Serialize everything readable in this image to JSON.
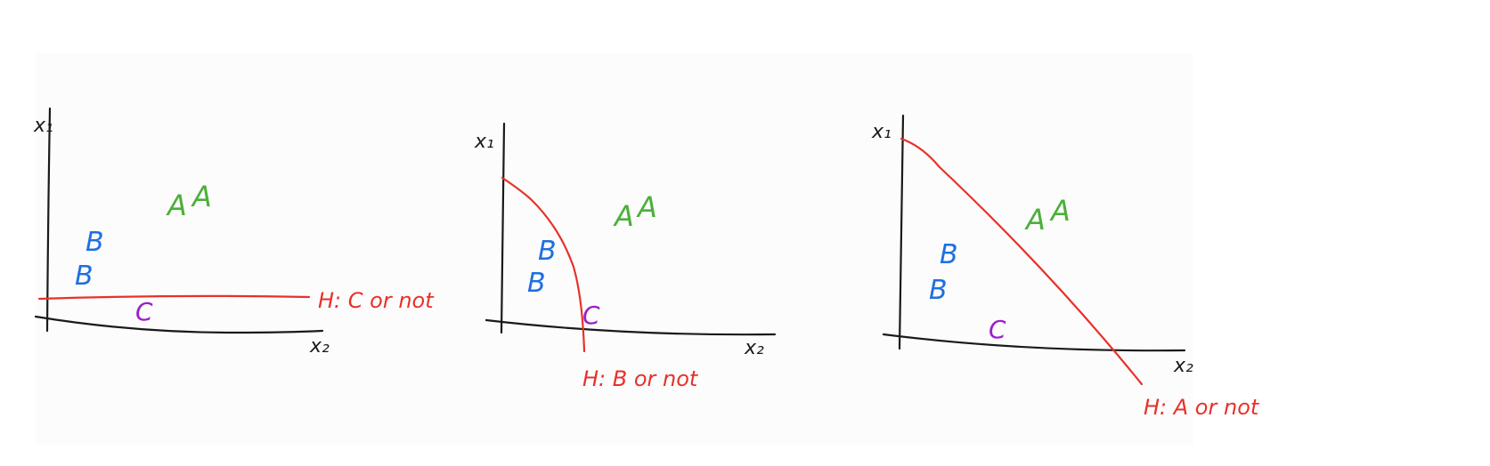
{
  "panels": [
    {
      "y_axis_label": "x₁",
      "x_axis_label": "x₂",
      "class_a": [
        "A",
        "A"
      ],
      "class_b": [
        "B",
        "B"
      ],
      "class_c": [
        "C"
      ],
      "hypothesis_label": "H: C or not"
    },
    {
      "y_axis_label": "x₁",
      "x_axis_label": "x₂",
      "class_a": [
        "A",
        "A"
      ],
      "class_b": [
        "B",
        "B"
      ],
      "class_c": [
        "C"
      ],
      "hypothesis_label": "H: B or not"
    },
    {
      "y_axis_label": "x₁",
      "x_axis_label": "x₂",
      "class_a": [
        "A",
        "A"
      ],
      "class_b": [
        "B",
        "B"
      ],
      "class_c": [
        "C"
      ],
      "hypothesis_label": "H: A or not"
    }
  ],
  "colors": {
    "class_a": "#4caf3a",
    "class_b": "#1f6fe0",
    "class_c": "#9b1fc9",
    "boundary": "#e8312a",
    "axes": "#1a1a1a"
  }
}
